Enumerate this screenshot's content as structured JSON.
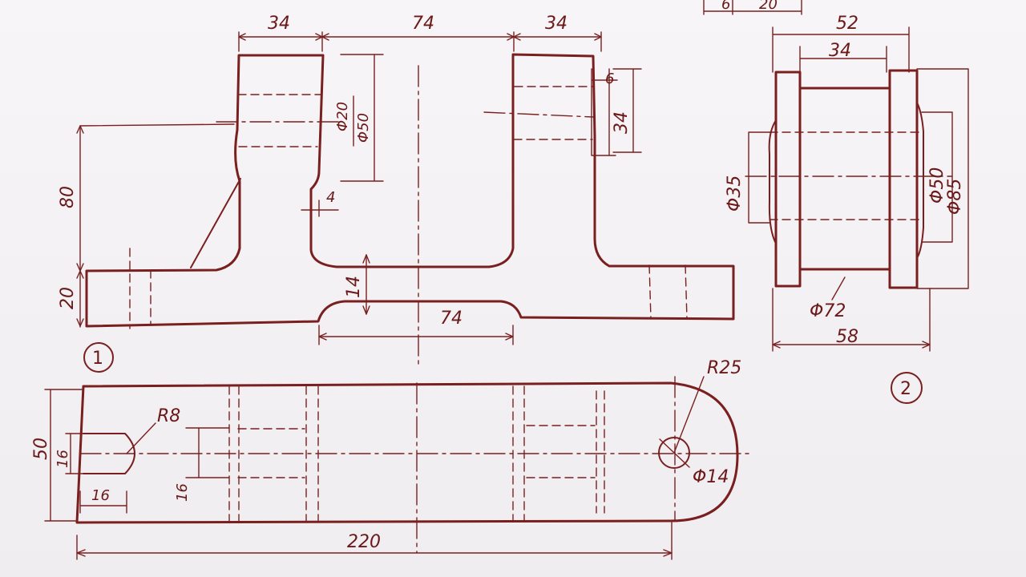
{
  "front_view": {
    "dims": {
      "left_width": "34",
      "center_width": "74",
      "right_width": "34",
      "height_total": "80",
      "base_height": "20",
      "hole_dia": "Φ20",
      "boss_dia": "Φ50",
      "wall": "4",
      "slot_depth": "14",
      "slot_width": "74",
      "right_small": "6",
      "right_height": "34"
    },
    "view_number": "1"
  },
  "top_view": {
    "dims": {
      "width": "50",
      "slot_width": "16",
      "slot_length": "16",
      "slot_radius": "R8",
      "tab_16": "16",
      "end_radius": "R25",
      "hole_dia": "Φ14",
      "overall": "220"
    }
  },
  "side_view": {
    "dims": {
      "top1": "52",
      "top2": "34",
      "hole": "Φ35",
      "inner": "Φ50",
      "outer": "Φ85",
      "flange": "Φ72",
      "bottom": "58"
    },
    "view_number": "2"
  },
  "top_clip": {
    "text1": "6",
    "text2": "20"
  }
}
